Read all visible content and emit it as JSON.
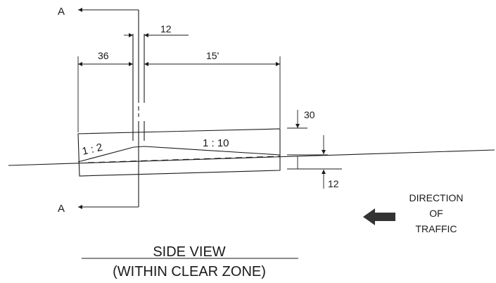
{
  "section_marks": {
    "top": "A",
    "bottom": "A"
  },
  "dimensions": {
    "width_36": "36",
    "gap_12": "12",
    "length_15": "15'",
    "height_30": "30",
    "depth_12": "12"
  },
  "slopes": {
    "left": "1 : 2",
    "right": "1 : 10"
  },
  "direction": {
    "line1": "DIRECTION",
    "line2": "OF",
    "line3": "TRAFFIC"
  },
  "caption": {
    "title": "SIDE VIEW",
    "subtitle": "(WITHIN CLEAR ZONE)"
  }
}
